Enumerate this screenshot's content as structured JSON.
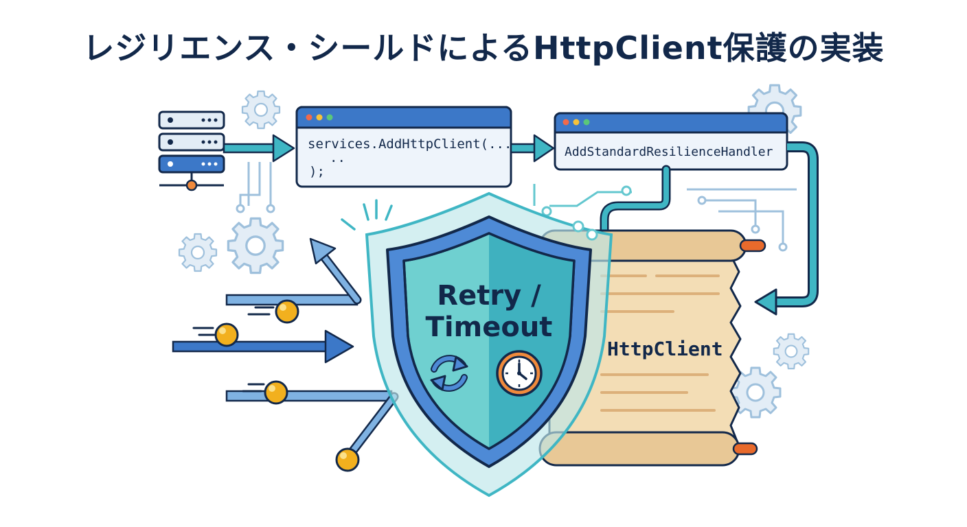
{
  "title": "レジリエンス・シールドによるHttpClient保護の実装",
  "code_window_1": {
    "line1": "services.AddHttpClient(...",
    "line2": "..",
    "line3": ");"
  },
  "code_window_2": {
    "line1": "AddStandardResilienceHandler"
  },
  "shield": {
    "line1": "Retry /",
    "line2": "Timeout",
    "retry_icon": "refresh-icon",
    "timeout_icon": "clock-icon"
  },
  "scroll": {
    "label": "HttpClient"
  },
  "colors": {
    "navy": "#12284a",
    "blue": "#3c78c8",
    "teal": "#3fb6c4",
    "gold": "#f2b01e",
    "orange": "#e86a2c",
    "parchment": "#f3ddb5"
  }
}
